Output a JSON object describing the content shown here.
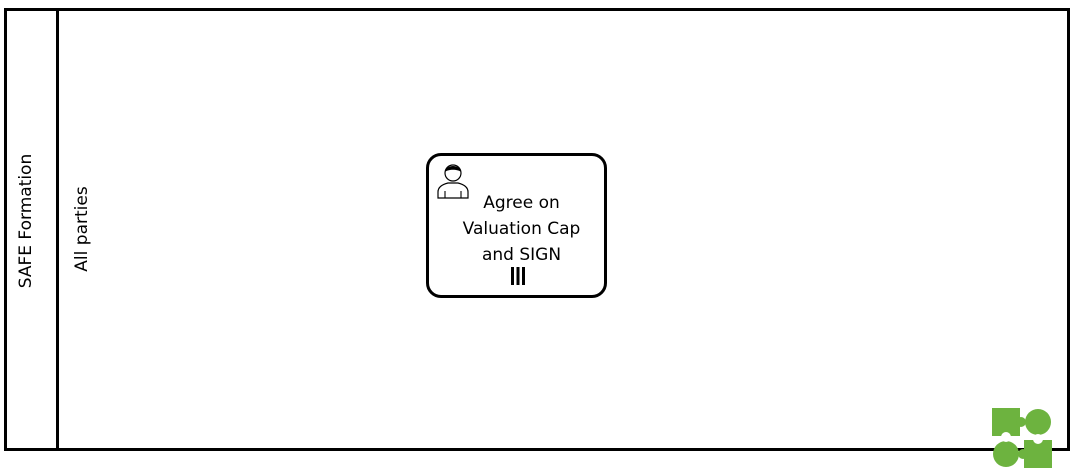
{
  "diagram": {
    "pool": {
      "label": "SAFE Formation"
    },
    "lane": {
      "label": "All parties"
    },
    "task": {
      "label_lines": [
        "Agree on",
        "Valuation Cap",
        "and SIGN"
      ],
      "type": "user-task",
      "marker": "parallel-multi-instance"
    },
    "logo": {
      "icon": "puzzle-logo-icon",
      "color": "#6db33f"
    }
  }
}
